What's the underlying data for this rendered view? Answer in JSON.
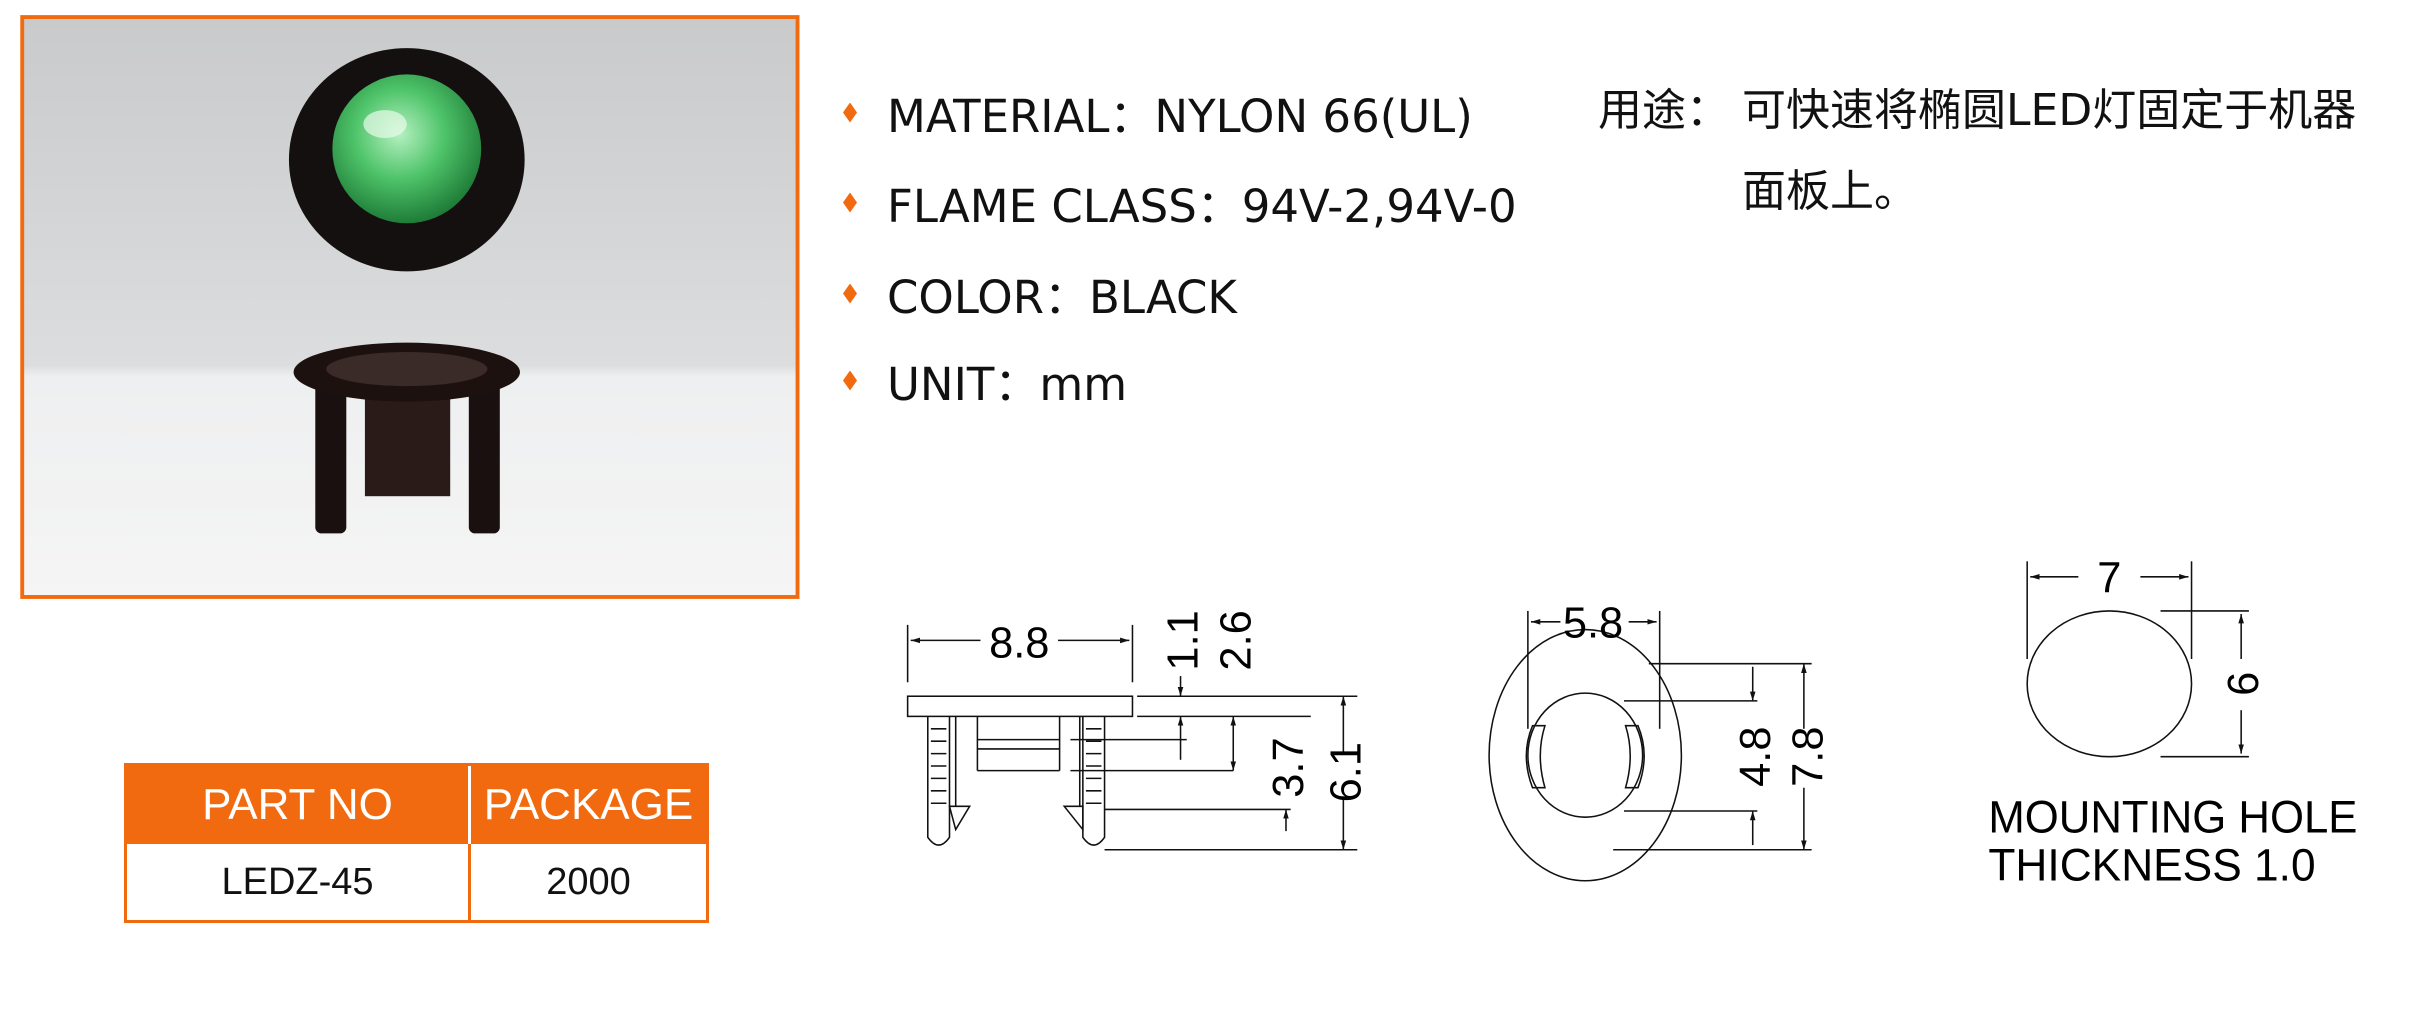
{
  "specs": [
    {
      "label": "MATERIAL：NYLON 66(UL)"
    },
    {
      "label": "FLAME CLASS：94V-2,94V-0"
    },
    {
      "label": "COLOR：BLACK"
    },
    {
      "label": "UNIT：mm"
    }
  ],
  "usage": {
    "label": "用途：",
    "line1": "可快速将椭圆LED灯固定于机器",
    "line2": "面板上。"
  },
  "table": {
    "headers": [
      "PART NO",
      "PACKAGE"
    ],
    "row": [
      "LEDZ-45",
      "2000"
    ]
  },
  "drawing": {
    "side": {
      "width": "8.8",
      "d1": "1.1",
      "d2": "2.6",
      "d3": "3.7",
      "d4": "6.1"
    },
    "top": {
      "width": "5.8",
      "inner": "4.8",
      "outer": "7.8"
    },
    "hole": {
      "width": "7",
      "height": "6",
      "note1": "MOUNTING HOLE",
      "note2": "THICKNESS 1.0"
    }
  },
  "colors": {
    "accent": "#f26a0f",
    "led": "#4fc46a"
  }
}
